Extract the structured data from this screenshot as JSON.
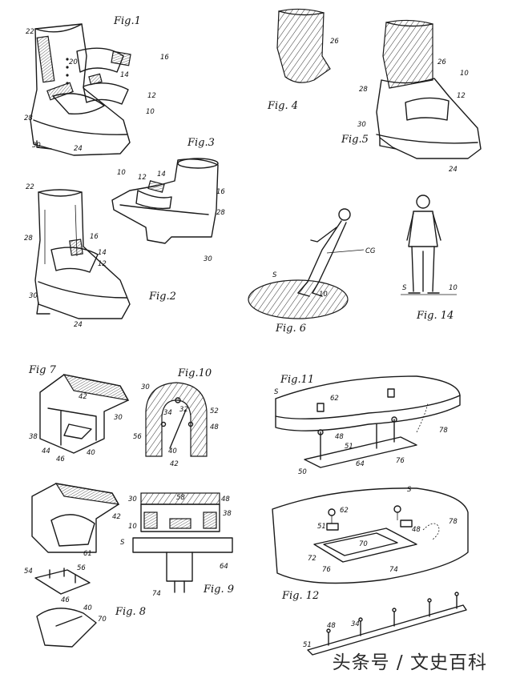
{
  "figures": {
    "fig1": "Fig.1",
    "fig2": "Fig.2",
    "fig3": "Fig.3",
    "fig4": "Fig. 4",
    "fig5": "Fig.5",
    "fig6": "Fig. 6",
    "fig7": "Fig 7",
    "fig8": "Fig. 8",
    "fig9": "Fig. 9",
    "fig10": "Fig.10",
    "fig11": "Fig.11",
    "fig12": "Fig. 12",
    "fig14": "Fig. 14"
  },
  "refs": {
    "f1": [
      "22",
      "20",
      "16",
      "14",
      "12",
      "10",
      "28",
      "30",
      "24"
    ],
    "f2": [
      "22",
      "28",
      "16",
      "14",
      "12",
      "30",
      "24"
    ],
    "f3": [
      "10",
      "12",
      "14",
      "16",
      "28",
      "30"
    ],
    "f4": [
      "26"
    ],
    "f5": [
      "26",
      "10",
      "28",
      "12",
      "30",
      "24"
    ],
    "f6": [
      "CG",
      "S",
      "10"
    ],
    "f14": [
      "S",
      "10"
    ],
    "f7": [
      "42",
      "30",
      "38",
      "40",
      "46",
      "44"
    ],
    "f10": [
      "30",
      "32",
      "34",
      "56",
      "52",
      "48",
      "40",
      "42"
    ],
    "f11": [
      "S",
      "62",
      "48",
      "51",
      "50",
      "78",
      "64",
      "76"
    ],
    "f9": [
      "30",
      "58",
      "48",
      "38",
      "10",
      "S",
      "64",
      "74"
    ],
    "f8": [
      "42",
      "61",
      "54",
      "56",
      "46",
      "40",
      "70"
    ],
    "f12": [
      "S",
      "62",
      "51",
      "48",
      "72",
      "70",
      "74",
      "76",
      "78"
    ],
    "strip": [
      "48",
      "34",
      "51"
    ]
  },
  "watermark": "头条号 / 文史百科"
}
